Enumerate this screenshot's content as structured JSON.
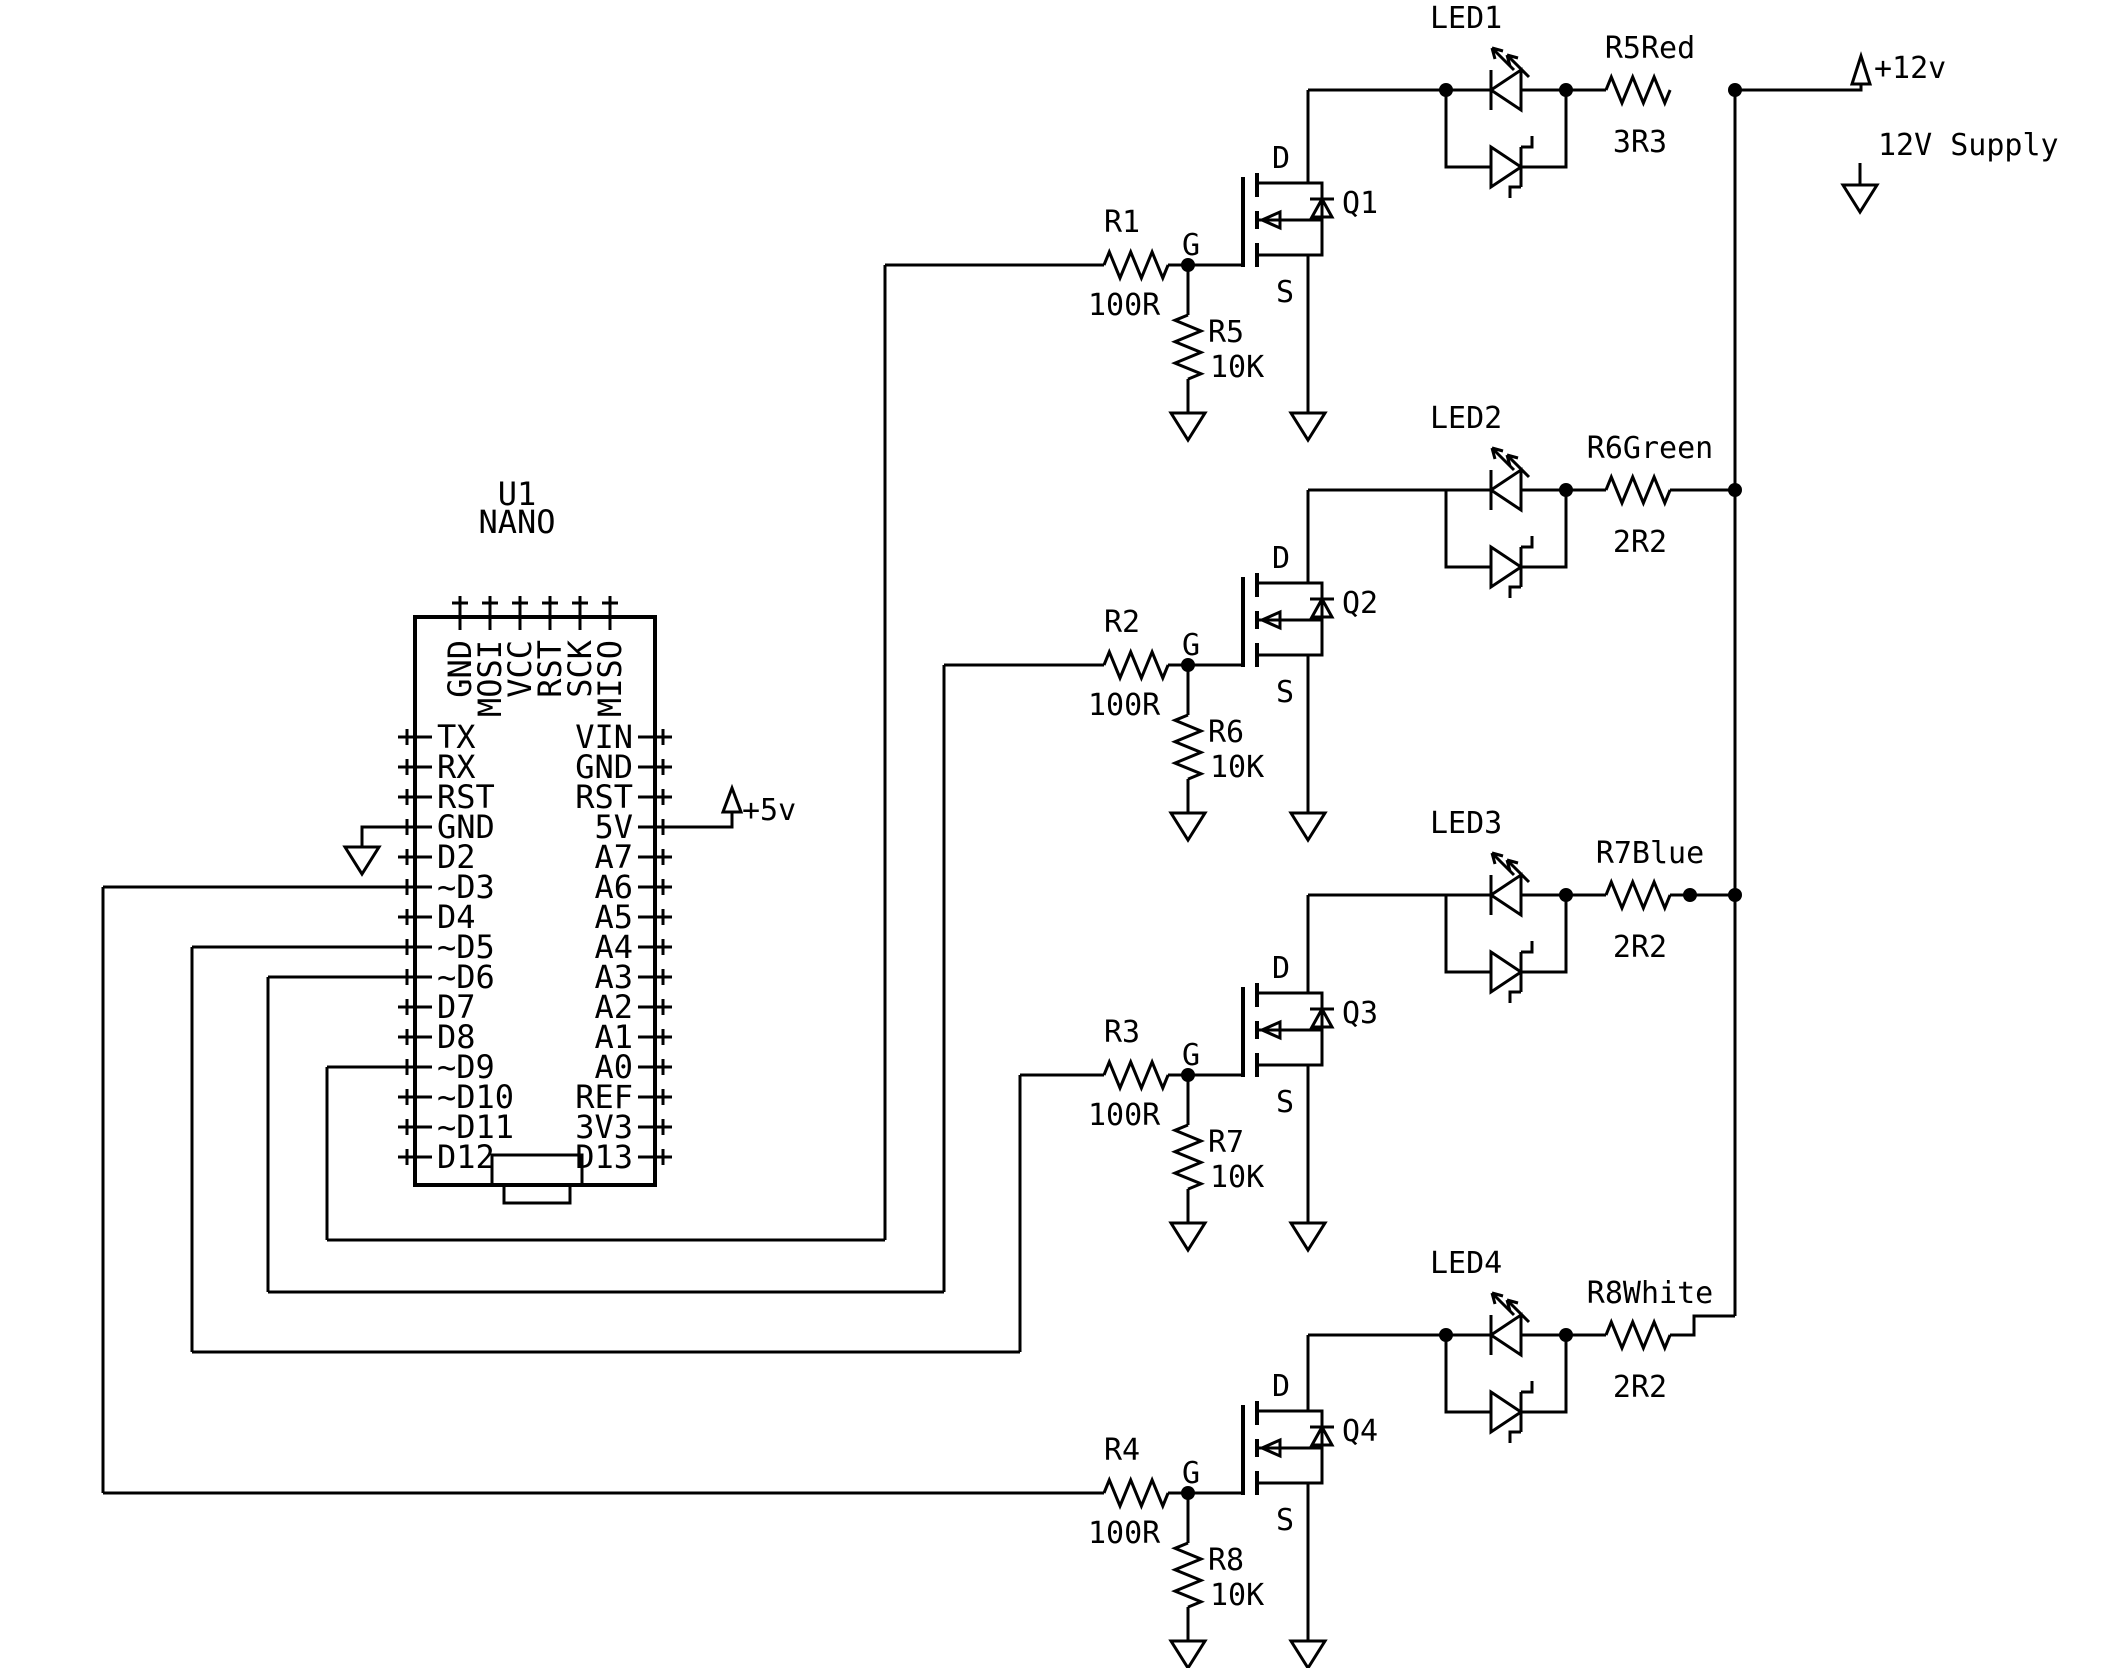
{
  "title": {
    "ref": "U1",
    "part": "NANO"
  },
  "mcu": {
    "left_pins": [
      "TX",
      "RX",
      "RST",
      "GND",
      "D2",
      "~D3",
      "D4",
      "~D5",
      "~D6",
      "D7",
      "D8",
      "~D9",
      "~D10",
      "~D11",
      "D12"
    ],
    "right_pins": [
      "VIN",
      "GND",
      "RST",
      "5V",
      "A7",
      "A6",
      "A5",
      "A4",
      "A3",
      "A2",
      "A1",
      "A0",
      "REF",
      "3V3",
      "D13"
    ],
    "top_pins": [
      "GND",
      "MOSI",
      "VCC",
      "RST",
      "SCK",
      "MISO"
    ]
  },
  "power": {
    "v5": "+5v",
    "v12": "+12v",
    "supply": "12V Supply"
  },
  "mosfet_labels": {
    "drain": "D",
    "source": "S",
    "gate": "G"
  },
  "channels": [
    {
      "mcu_pin": "~D9",
      "led": "LED1",
      "series_resistor": {
        "ref": "R5Red",
        "value": "3R3"
      },
      "gate_resistor": {
        "ref": "R1",
        "value": "100R"
      },
      "pulldown_resistor": {
        "ref": "R5",
        "value": "10K"
      },
      "mosfet": "Q1"
    },
    {
      "mcu_pin": "~D6",
      "led": "LED2",
      "series_resistor": {
        "ref": "R6Green",
        "value": "2R2"
      },
      "gate_resistor": {
        "ref": "R2",
        "value": "100R"
      },
      "pulldown_resistor": {
        "ref": "R6",
        "value": "10K"
      },
      "mosfet": "Q2"
    },
    {
      "mcu_pin": "~D5",
      "led": "LED3",
      "series_resistor": {
        "ref": "R7Blue",
        "value": "2R2"
      },
      "gate_resistor": {
        "ref": "R3",
        "value": "100R"
      },
      "pulldown_resistor": {
        "ref": "R7",
        "value": "10K"
      },
      "mosfet": "Q3"
    },
    {
      "mcu_pin": "~D3",
      "led": "LED4",
      "series_resistor": {
        "ref": "R8White",
        "value": "2R2"
      },
      "gate_resistor": {
        "ref": "R4",
        "value": "100R"
      },
      "pulldown_resistor": {
        "ref": "R8",
        "value": "10K"
      },
      "mosfet": "Q4"
    }
  ],
  "colors": {
    "stroke": "#000000",
    "background": "#ffffff"
  }
}
